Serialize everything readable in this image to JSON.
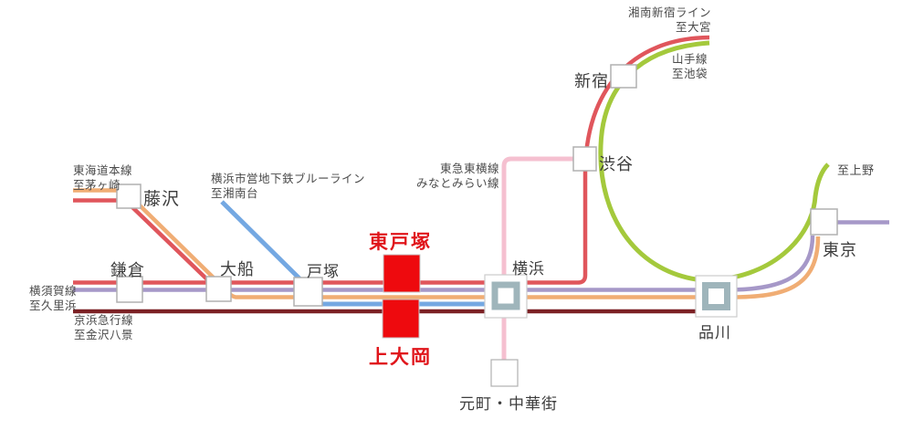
{
  "map": {
    "background": "#ffffff",
    "text_color": "#3d3d3d",
    "label_color": "#4a4a4a",
    "highlight_text_color": "#e0151b",
    "highlight_box_color": "#ee0a0e",
    "station_border_color": "#b0b0b0",
    "terminal_ring_color": "#9fb5bb"
  },
  "lines": {
    "tokaido": {
      "name": "東海道本線",
      "direction": "至茅ヶ崎",
      "color": "#e0565c"
    },
    "tokaido_orange": {
      "color": "#f0ad74"
    },
    "shonan_shinjuku": {
      "name": "湘南新宿ライン",
      "direction": "至大宮",
      "color": "#e0565c"
    },
    "yokosuka": {
      "name": "横須賀線",
      "direction": "至久里浜",
      "color": "#a698c8"
    },
    "keikyu": {
      "name": "京浜急行線",
      "direction": "至金沢八景",
      "color": "#7c2125"
    },
    "blue_line": {
      "name": "横浜市営地下鉄ブルーライン",
      "direction": "至湘南台",
      "color": "#74a8e2"
    },
    "toyoko": {
      "name": "東急東横線",
      "name2": "みなとみらい線",
      "color": "#f5c0d0"
    },
    "yamanote": {
      "name": "山手線",
      "direction": "至池袋",
      "direction2": "至上野",
      "color": "#a4c93c"
    }
  },
  "stations": {
    "fujisawa": {
      "name": "藤沢"
    },
    "kamakura": {
      "name": "鎌倉"
    },
    "ofuna": {
      "name": "大船"
    },
    "totsuka": {
      "name": "戸塚"
    },
    "yokohama": {
      "name": "横浜"
    },
    "shibuya": {
      "name": "渋谷"
    },
    "shinjuku": {
      "name": "新宿"
    },
    "shinagawa": {
      "name": "品川"
    },
    "tokyo": {
      "name": "東京"
    },
    "motomachi": {
      "name": "元町・中華街"
    },
    "higashi_totsuka": {
      "name": "東戸塚",
      "highlighted": true
    },
    "kamiooka": {
      "name": "上大岡",
      "highlighted": true
    }
  }
}
